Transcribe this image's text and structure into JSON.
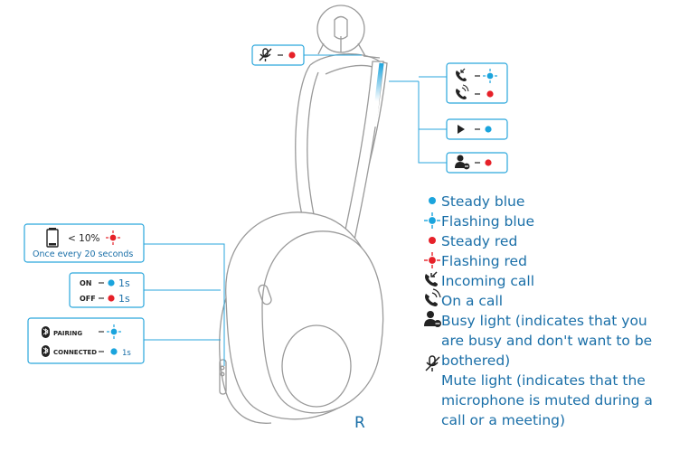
{
  "battery_box": {
    "level": "< 10%",
    "note": "Once every 20 seconds"
  },
  "power_box": {
    "on_label": "ON",
    "on_time": "1s",
    "off_label": "OFF",
    "off_time": "1s"
  },
  "bt_box": {
    "pairing_label": "PAIRING",
    "connected_label": "CONNECTED",
    "connected_time": "1s"
  },
  "side_label": "R",
  "legend": {
    "steady_blue": "Steady blue",
    "flashing_blue": "Flashing blue",
    "steady_red": "Steady red",
    "flashing_red": "Flashing red",
    "incoming_call": "Incoming call",
    "on_a_call": "On a call",
    "busy_line1": "Busy light (indicates that you",
    "busy_line2": "are busy and don't want to be",
    "busy_line3": "bothered)",
    "mute_line1": "Mute light (indicates that the",
    "mute_line2": "microphone is muted during a",
    "mute_line3": "call or a meeting)"
  },
  "colors": {
    "blue": "#1ba4dd",
    "red": "#e62129",
    "text": "#1a6fa8",
    "box_border": "#2aa6dc",
    "outline": "#9a9a9a"
  },
  "icons": [
    "mic-muted-icon",
    "incoming-call-icon",
    "on-call-icon",
    "play-icon",
    "busy-person-icon",
    "battery-icon",
    "bluetooth-icon",
    "flashing-dot-icon"
  ]
}
